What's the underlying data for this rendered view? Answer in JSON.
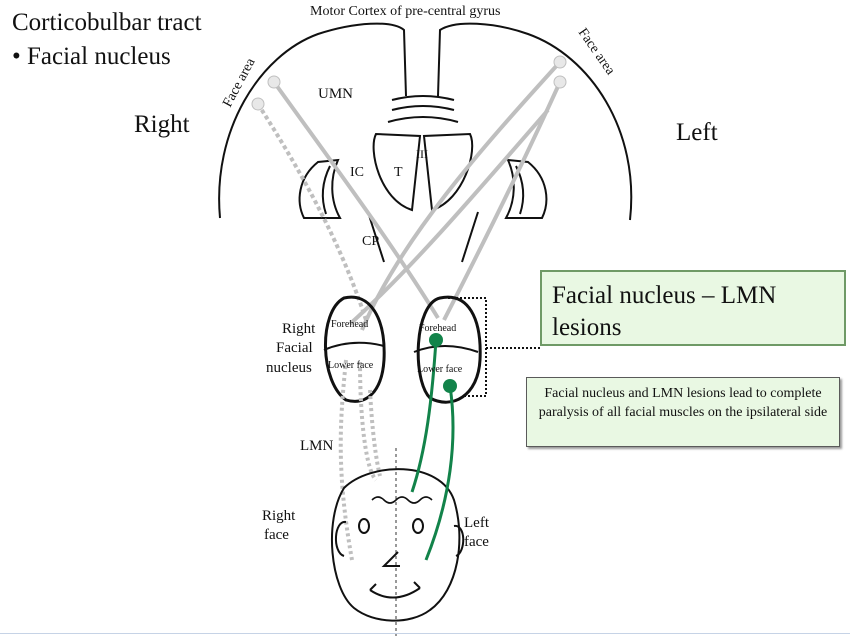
{
  "slide": {
    "title": "Corticobulbar tract",
    "bullet": "• Facial nucleus"
  },
  "labels": {
    "motor_cortex": "Motor Cortex of pre-central gyrus",
    "face_area_left": "Face area",
    "face_area_right": "Face area",
    "umn": "UMN",
    "right": "Right",
    "left": "Left",
    "ic": "IC",
    "t": "T",
    "iii": "III",
    "cp": "CP",
    "right_facial_nucleus": [
      "Right",
      "Facial",
      "nucleus"
    ],
    "forehead_right": "Forehead",
    "lower_face_right": "Lower face",
    "forehead_left": "Forehead",
    "lower_face_left": "Lower face",
    "lmn": "LMN",
    "right_face": [
      "Right",
      "face"
    ],
    "left_face": [
      "Left",
      "face"
    ]
  },
  "callouts": {
    "lmn_lesion_title": "Facial nucleus – LMN lesions",
    "lmn_lesion_note": "Facial nucleus and LMN lesions lead to complete paralysis of all facial muscles on the ipsilateral side"
  },
  "colors": {
    "lesion_box_bg": "#e9f8e3",
    "lesion_box_border": "#6f9a66",
    "lesion_marker": "#12834a",
    "tract": "#bfbfbf",
    "outline": "#111111"
  }
}
